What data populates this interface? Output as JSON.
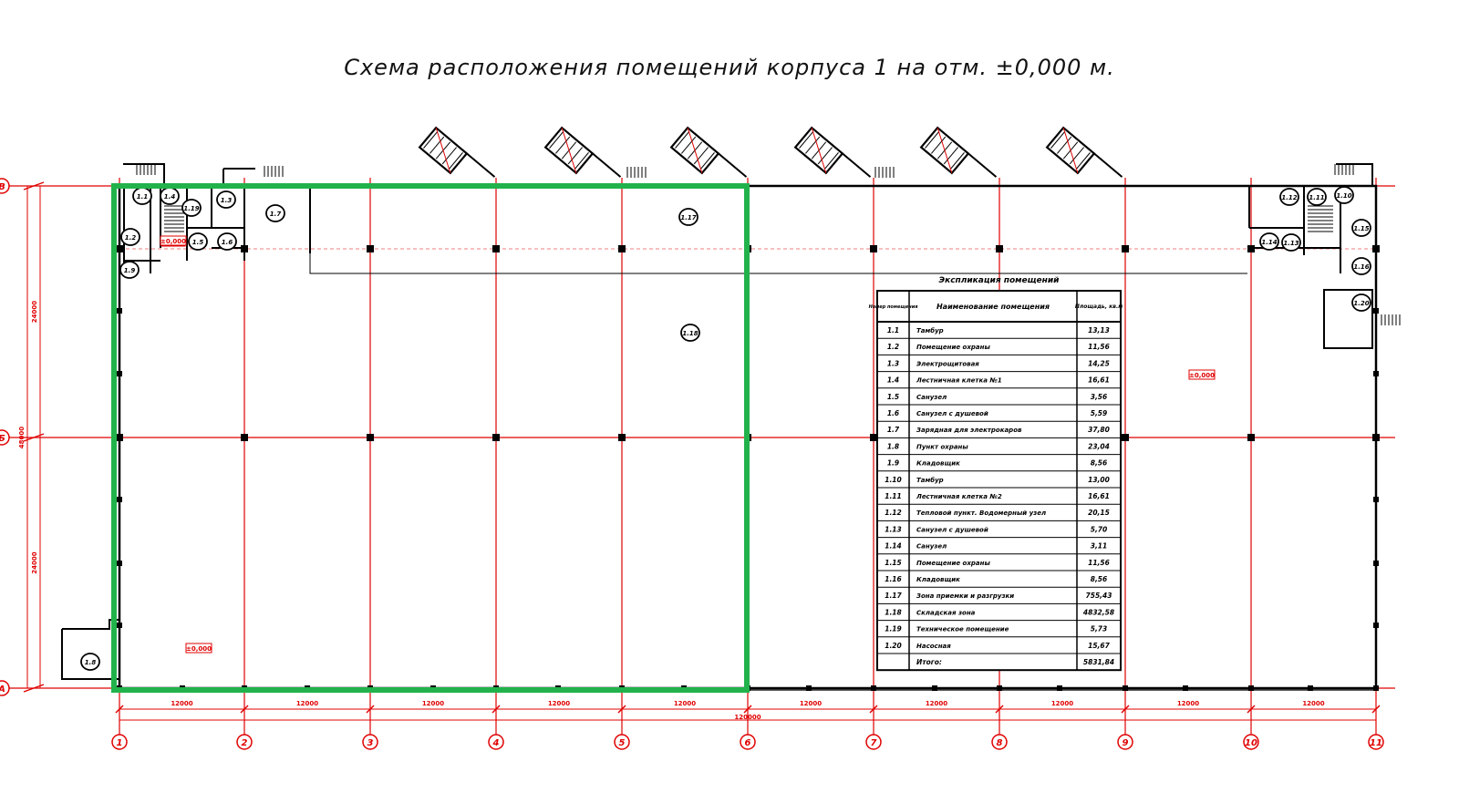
{
  "title": "Схема расположения помещений корпуса 1 на отм. ±0,000 м.",
  "colors": {
    "grid": "#e00000",
    "walls": "#000000",
    "highlight": "#22b24c",
    "background": "#ffffff"
  },
  "axes": {
    "columns": [
      "1",
      "2",
      "3",
      "4",
      "5",
      "6",
      "7",
      "8",
      "9",
      "10",
      "11"
    ],
    "rows": [
      "В",
      "Б",
      "А"
    ]
  },
  "dimensions": {
    "bay": "12000",
    "total_length": "120000",
    "row_spans": [
      "24000",
      "24000"
    ],
    "total_depth": "48000"
  },
  "level_marks": [
    "±0,000",
    "±0,000",
    "±0,000"
  ],
  "room_tags": [
    "1.1",
    "1.2",
    "1.3",
    "1.4",
    "1.5",
    "1.6",
    "1.7",
    "1.8",
    "1.9",
    "1.10",
    "1.11",
    "1.12",
    "1.13",
    "1.14",
    "1.15",
    "1.16",
    "1.17",
    "1.18",
    "1.19",
    "1.20"
  ],
  "explication": {
    "caption": "Экспликация помещений",
    "headers": [
      "Номер помещения",
      "Наименование помещения",
      "Площадь, кв.м"
    ],
    "rows": [
      {
        "num": "1.1",
        "name": "Тамбур",
        "area": "13,13"
      },
      {
        "num": "1.2",
        "name": "Помещение охраны",
        "area": "11,56"
      },
      {
        "num": "1.3",
        "name": "Электрощитовая",
        "area": "14,25"
      },
      {
        "num": "1.4",
        "name": "Лестничная клетка №1",
        "area": "16,61"
      },
      {
        "num": "1.5",
        "name": "Санузел",
        "area": "3,56"
      },
      {
        "num": "1.6",
        "name": "Санузел с душевой",
        "area": "5,59"
      },
      {
        "num": "1.7",
        "name": "Зарядная для электрокаров",
        "area": "37,80"
      },
      {
        "num": "1.8",
        "name": "Пункт охраны",
        "area": "23,04"
      },
      {
        "num": "1.9",
        "name": "Кладовщик",
        "area": "8,56"
      },
      {
        "num": "1.10",
        "name": "Тамбур",
        "area": "13,00"
      },
      {
        "num": "1.11",
        "name": "Лестничная клетка №2",
        "area": "16,61"
      },
      {
        "num": "1.12",
        "name": "Тепловой пункт. Водомерный узел",
        "area": "20,15"
      },
      {
        "num": "1.13",
        "name": "Санузел с душевой",
        "area": "5,70"
      },
      {
        "num": "1.14",
        "name": "Санузел",
        "area": "3,11"
      },
      {
        "num": "1.15",
        "name": "Помещение охраны",
        "area": "11,56"
      },
      {
        "num": "1.16",
        "name": "Кладовщик",
        "area": "8,56"
      },
      {
        "num": "1.17",
        "name": "Зона приемки и разгрузки",
        "area": "755,43"
      },
      {
        "num": "1.18",
        "name": "Складская зона",
        "area": "4832,58"
      },
      {
        "num": "1.19",
        "name": "Техническое помещение",
        "area": "5,73"
      },
      {
        "num": "1.20",
        "name": "Насосная",
        "area": "15,67"
      }
    ],
    "total_label": "Итого:",
    "total_area": "5831,84"
  }
}
